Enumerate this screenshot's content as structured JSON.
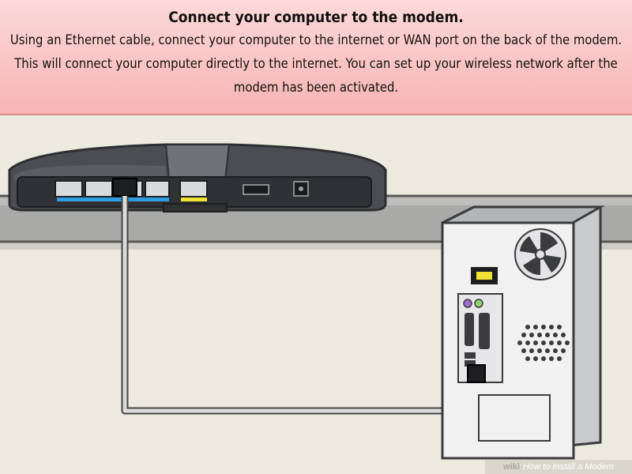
{
  "caption": {
    "title": "Connect your computer to the modem.",
    "body": "Using an Ethernet cable, connect your computer to the internet or WAN port on the back of the modem. This will connect your computer directly to the internet. You can set up your wireless network after the modem has been activated."
  },
  "watermark": {
    "brand": "wiki",
    "text": "How to Install a Modem"
  },
  "colors": {
    "caption_bg": "#f7b4b4",
    "lan_port_strip": "#2f9be0",
    "wan_port_strip": "#f2e233",
    "modem_body": "#4a4d52",
    "pc_case": "#f1f1f2",
    "cable": "#dcdcdc"
  }
}
